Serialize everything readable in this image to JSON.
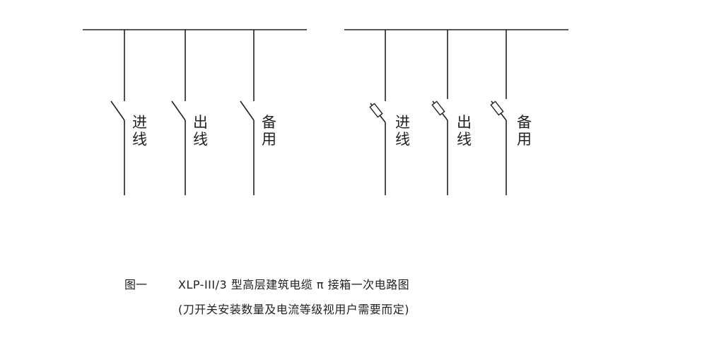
{
  "diagrams": [
    {
      "name": "knife-switch-circuit",
      "branches": [
        {
          "id": "incoming",
          "label": "进线"
        },
        {
          "id": "outgoing",
          "label": "出线"
        },
        {
          "id": "spare",
          "label": "备用"
        }
      ],
      "switch_type": "knife-switch"
    },
    {
      "name": "fused-switch-circuit",
      "branches": [
        {
          "id": "incoming",
          "label": "进线"
        },
        {
          "id": "outgoing",
          "label": "出线"
        },
        {
          "id": "spare",
          "label": "备用"
        }
      ],
      "switch_type": "fused-switch"
    }
  ],
  "caption": {
    "figure_number": "图一",
    "title": "XLP-III/3 型高层建筑电缆 π 接箱一次电路图",
    "note": "(刀开关安装数量及电流等级视用户需要而定)"
  }
}
